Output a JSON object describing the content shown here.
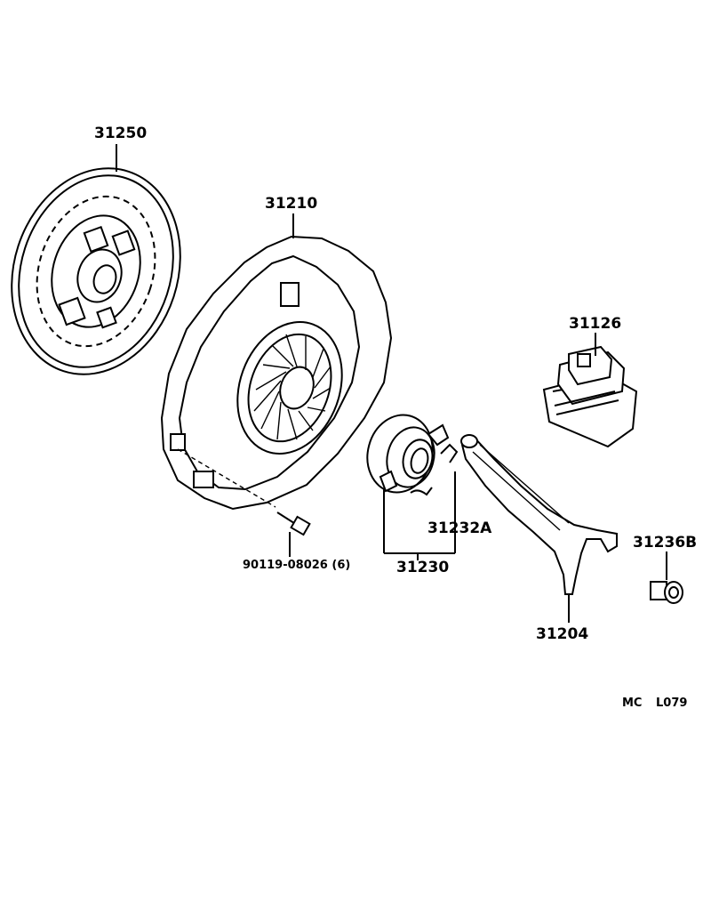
{
  "parts": {
    "clutch_disc": "31250",
    "clutch_cover": "31210",
    "boot": "31126",
    "bearing_assy": "31230",
    "bearing_clip": "31232A",
    "release_fork": "31204",
    "fork_support": "31236B",
    "bolt": "90119-08026 (6)"
  },
  "footer": {
    "code_left": "MC",
    "code_right": "L079"
  }
}
